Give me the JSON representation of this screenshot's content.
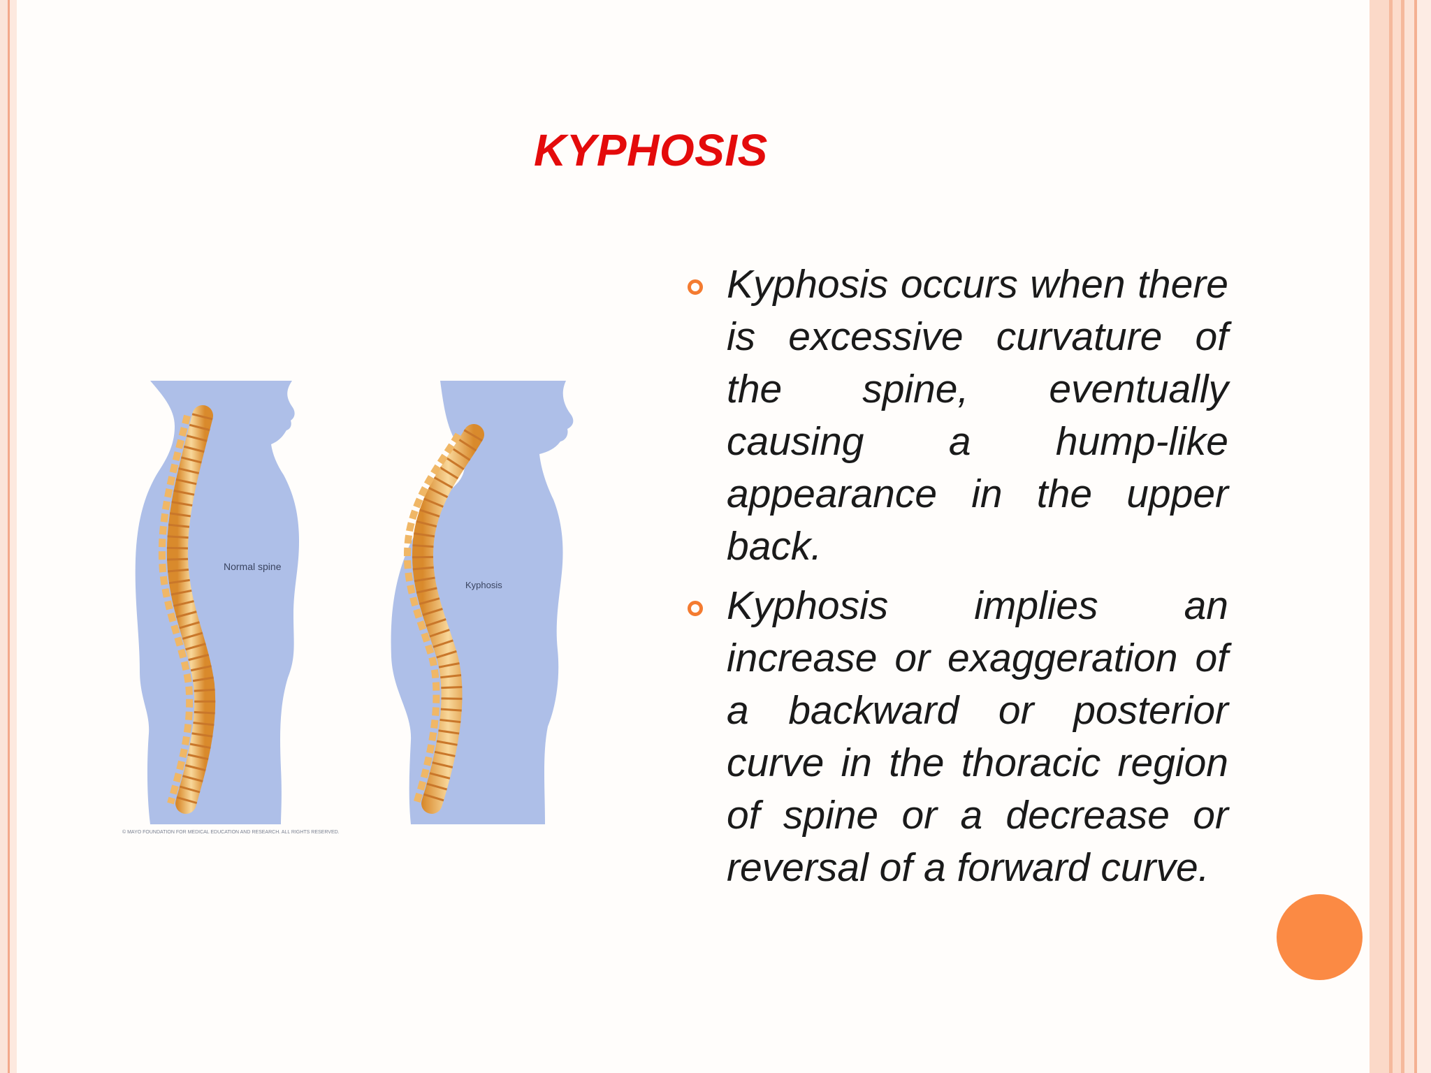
{
  "slide": {
    "title": "KYPHOSIS",
    "figure": {
      "label_normal": "Normal spine",
      "label_kyphosis": "Kyphosis",
      "copyright": "© MAYO FOUNDATION FOR MEDICAL EDUCATION AND RESEARCH. ALL RIGHTS RESERVED."
    },
    "bullets": [
      {
        "text": "Kyphosis occurs when there is excessive curvature of the spine, eventually causing a hump-like appearance in the upper back."
      },
      {
        "text": "Kyphosis implies an increase or exaggeration of a backward or posterior curve in the thoracic region of spine or a decrease or reversal of a forward curve."
      }
    ]
  },
  "colors": {
    "title": "#e40b0b",
    "accent": "#f47b30",
    "body_silhouette": "#aebfe8",
    "bone": "#f4c57c"
  }
}
